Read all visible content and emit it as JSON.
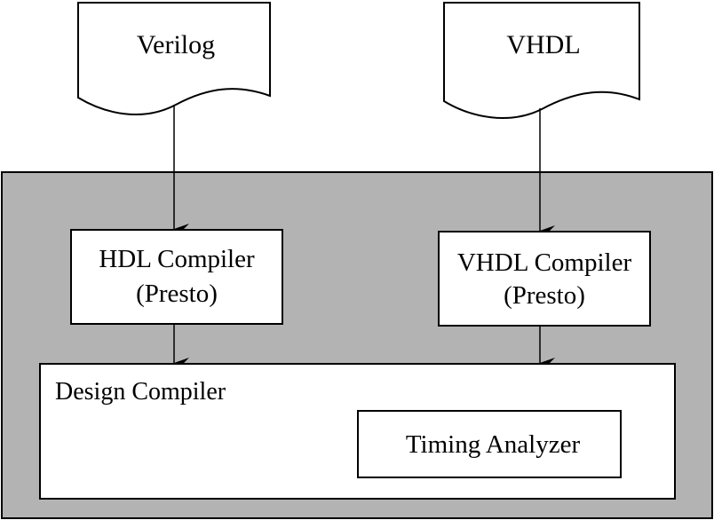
{
  "diagram": {
    "inputs": {
      "verilog": "Verilog",
      "vhdl": "VHDL"
    },
    "compilers": {
      "hdl": {
        "line1": "HDL Compiler",
        "line2": "(Presto)"
      },
      "vhdl": {
        "line1": "VHDL Compiler",
        "line2": "(Presto)"
      }
    },
    "design_compiler": "Design Compiler",
    "timing_analyzer": "Timing Analyzer"
  },
  "colors": {
    "background": "#ffffff",
    "container_fill": "#b3b3b3",
    "box_fill": "#ffffff",
    "stroke": "#000000"
  }
}
